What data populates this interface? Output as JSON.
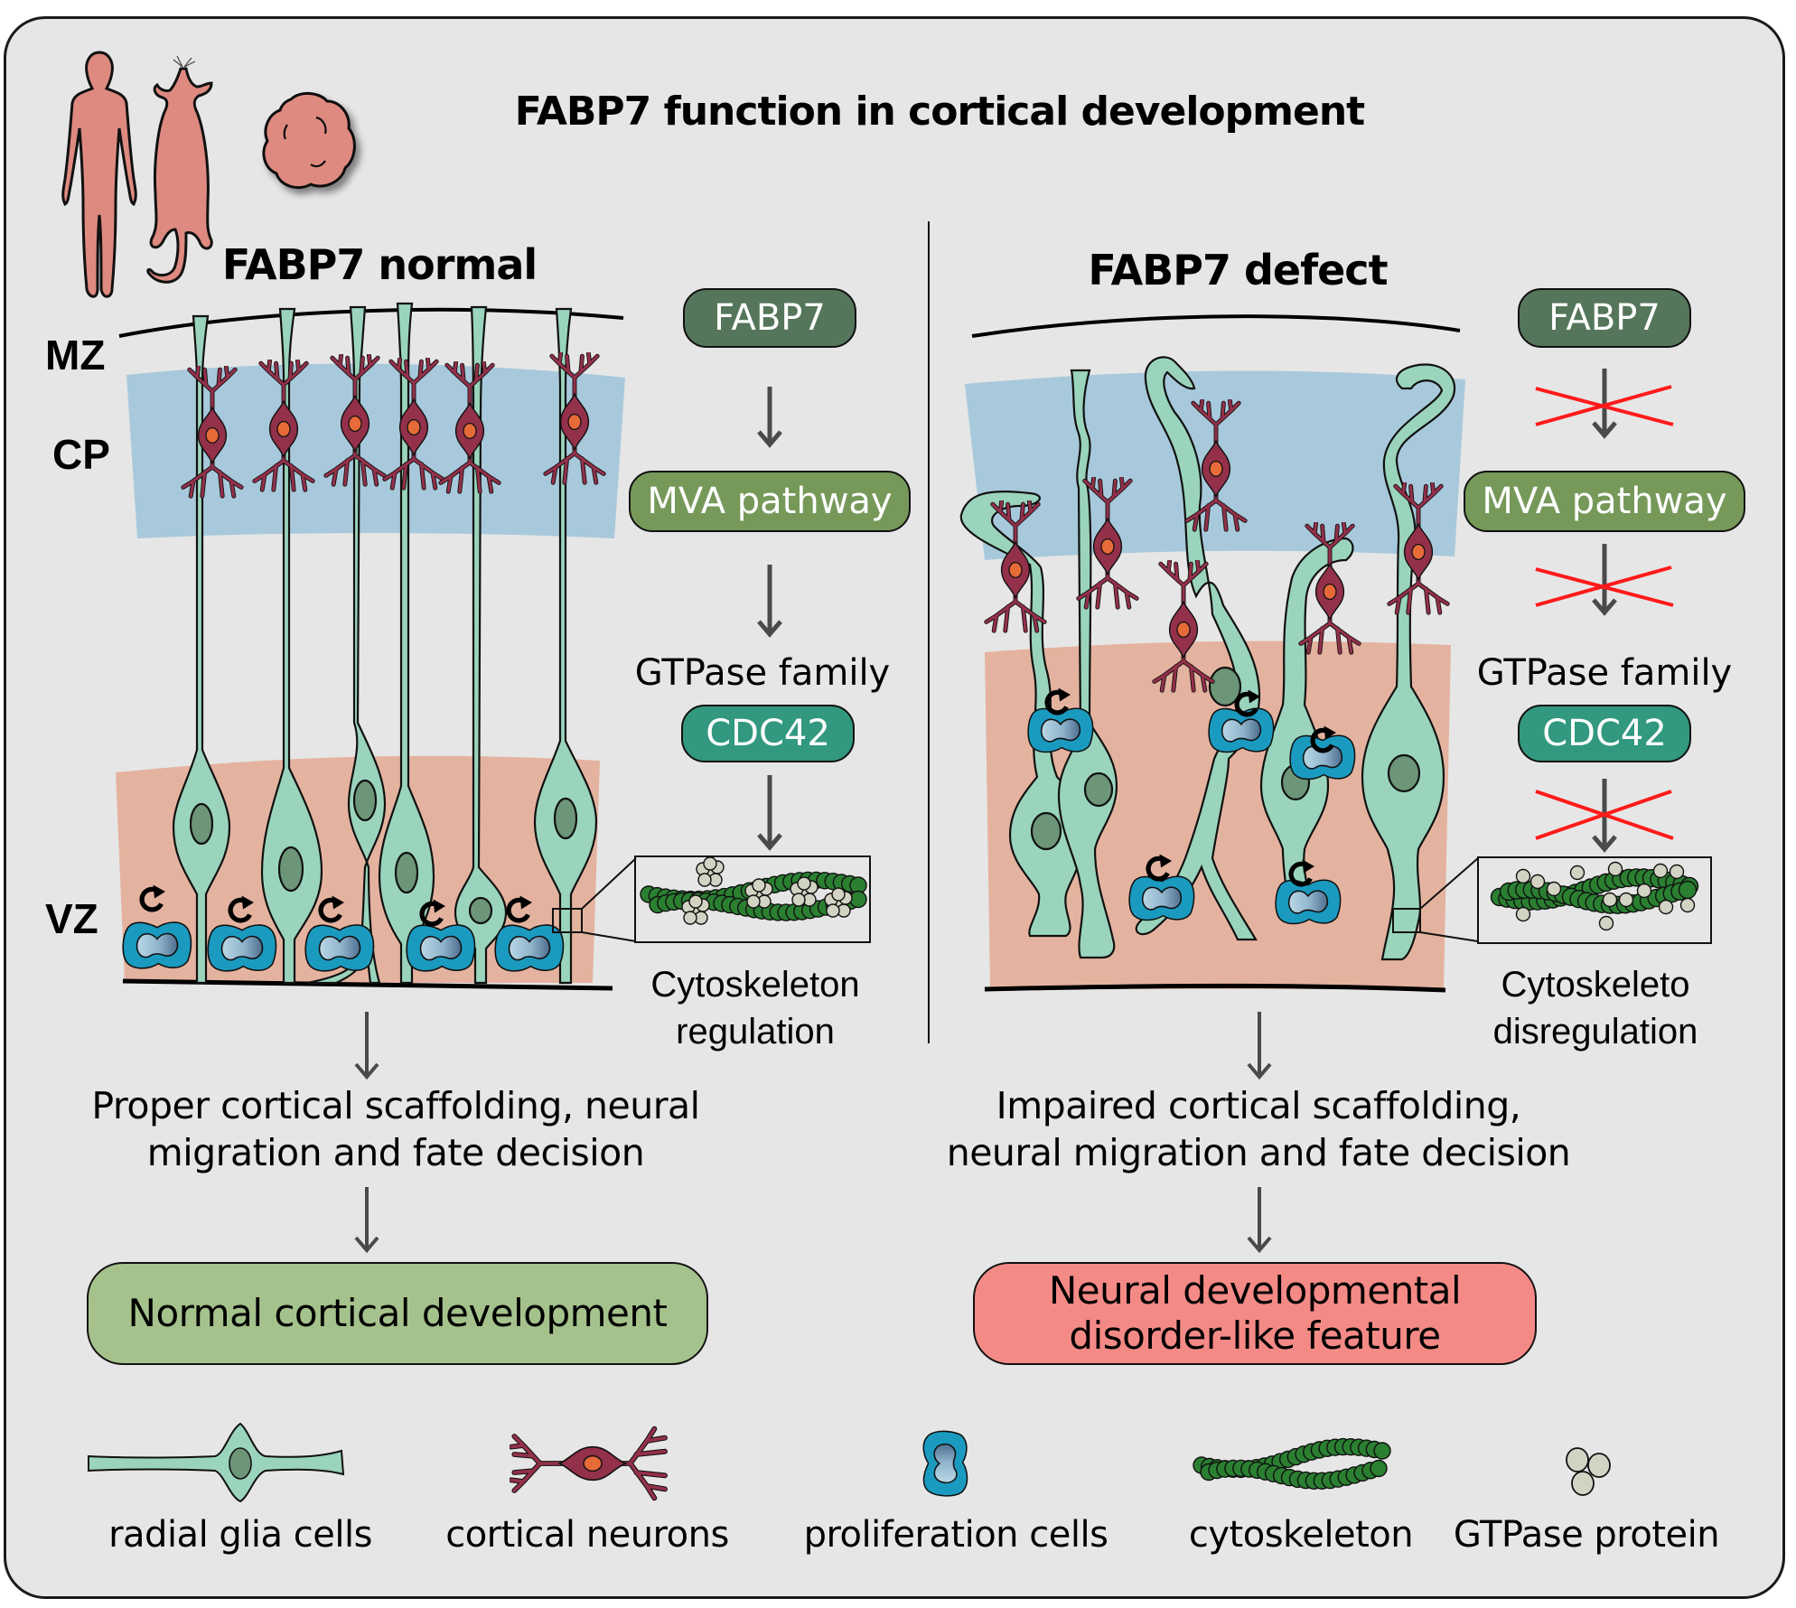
{
  "title": "FABP7 function in cortical development",
  "organisms": [
    "human",
    "mouse",
    "brain organoid"
  ],
  "panels": {
    "normal": {
      "heading": "FABP7 normal",
      "zones": [
        "MZ",
        "CP",
        "VZ"
      ],
      "pathway": {
        "step1": "FABP7",
        "step2": "MVA pathway",
        "step3_caption": "GTPase family",
        "step3": "CDC42",
        "result_line1": "Cytoskeleton",
        "result_line2": "regulation",
        "blocked": false
      },
      "outcome_line1": "Proper cortical scaffolding, neural",
      "outcome_line2": "migration and fate decision",
      "final": "Normal cortical development"
    },
    "defect": {
      "heading": "FABP7 defect",
      "pathway": {
        "step1": "FABP7",
        "step2": "MVA pathway",
        "step3_caption": "GTPase family",
        "step3": "CDC42",
        "result_line1": "Cytoskeleto",
        "result_line2": "disregulation",
        "blocked": true
      },
      "outcome_line1": "Impaired cortical scaffolding,",
      "outcome_line2": "neural migration and fate decision",
      "final_line1": "Neural developmental",
      "final_line2": "disorder-like feature"
    }
  },
  "legend": [
    {
      "icon": "radial-glia-icon",
      "label": "radial glia cells"
    },
    {
      "icon": "cortical-neuron-icon",
      "label": "cortical neurons"
    },
    {
      "icon": "proliferation-cell-icon",
      "label": "proliferation cells"
    },
    {
      "icon": "cytoskeleton-icon",
      "label": "cytoskeleton"
    },
    {
      "icon": "gtpase-protein-icon",
      "label": "GTPase protein"
    }
  ],
  "colors": {
    "background": "#e6e6e6",
    "fabp7_box": "#55765b",
    "mva_box": "#76995a",
    "cdc42_box": "#329880",
    "normal_final": "#a5c28c",
    "defect_final": "#f48a86",
    "cp_zone": "#a8c9db",
    "vz_zone": "#e4b39f",
    "radial_glia": "#9ad4bc",
    "glia_nucleus": "#6d9578",
    "neuron": "#93304a",
    "neuron_nucleus": "#e76a39",
    "prolif_cell": "#1b9ac0",
    "cytoskeleton": "#2a7f31",
    "gtpase": "#d3d3c4",
    "block_cross": "#ff1a1a",
    "organism": "#de8a80"
  }
}
